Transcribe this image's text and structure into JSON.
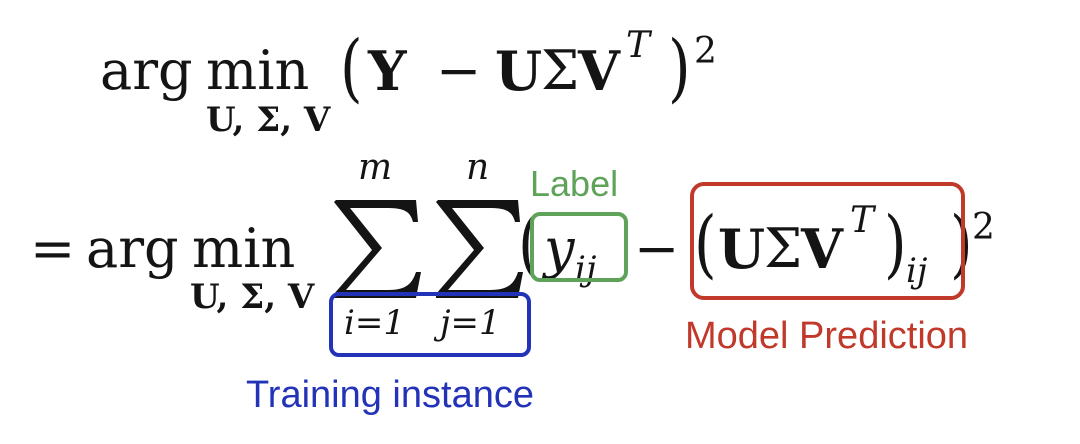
{
  "line1": {
    "argmin_prefix": "arg",
    "min": "min",
    "subscript": "U, Σ, V",
    "open_paren": "(",
    "Y": "Y",
    "minus": "−",
    "U": "U",
    "Sigma": "Σ",
    "V": "V",
    "transpose": "T",
    "close_paren": ")",
    "square": "2"
  },
  "line2": {
    "equals": "=",
    "argmin_prefix": "arg",
    "min": "min",
    "subscript": "U, Σ, V",
    "sum1_upper": "m",
    "sum2_upper": "n",
    "sum1_lower": "i=1",
    "sum2_lower": "j=1",
    "open_paren": "(",
    "y": "y",
    "y_subscript": "ij",
    "minus": "−",
    "inner_open": "(",
    "U": "U",
    "Sigma": "Σ",
    "V": "V",
    "transpose": "T",
    "inner_close": ")",
    "inner_subscript": "ij",
    "close_paren": ")",
    "square": "2"
  },
  "annotations": {
    "label": {
      "text": "Label",
      "color": "#5fa35a"
    },
    "model_prediction": {
      "text": "Model Prediction",
      "color": "#c0392b"
    },
    "training_instance": {
      "text": "Training instance",
      "color": "#2233b8"
    }
  }
}
